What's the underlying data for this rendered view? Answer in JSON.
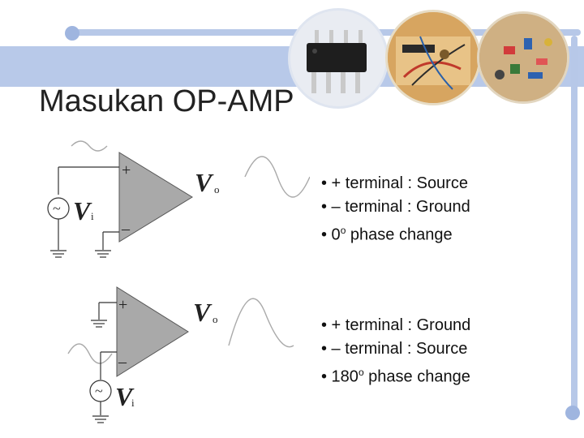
{
  "slide": {
    "title": "Masukan OP-AMP"
  },
  "diagram1": {
    "plus": "+",
    "minus": "–",
    "vo_main": "V",
    "vo_sub": "o",
    "vi_main": "V",
    "vi_sub": "i",
    "source": "~"
  },
  "diagram2": {
    "plus": "+",
    "minus": "–",
    "vo_main": "V",
    "vo_sub": "o",
    "vi_main": "V",
    "vi_sub": "i",
    "source": "~"
  },
  "bullets1": {
    "line1": "• + terminal : Source",
    "line2": "• – terminal : Ground",
    "line3_prefix": "• 0",
    "line3_sup": "o",
    "line3_suffix": " phase change"
  },
  "bullets2": {
    "line1": "• + terminal : Ground",
    "line2": "• – terminal : Source",
    "line3_prefix": "• 180",
    "line3_sup": "o",
    "line3_suffix": " phase change"
  },
  "photos": [
    "ic-chip-photo",
    "circuit-tester-photo",
    "circuit-board-photo"
  ]
}
